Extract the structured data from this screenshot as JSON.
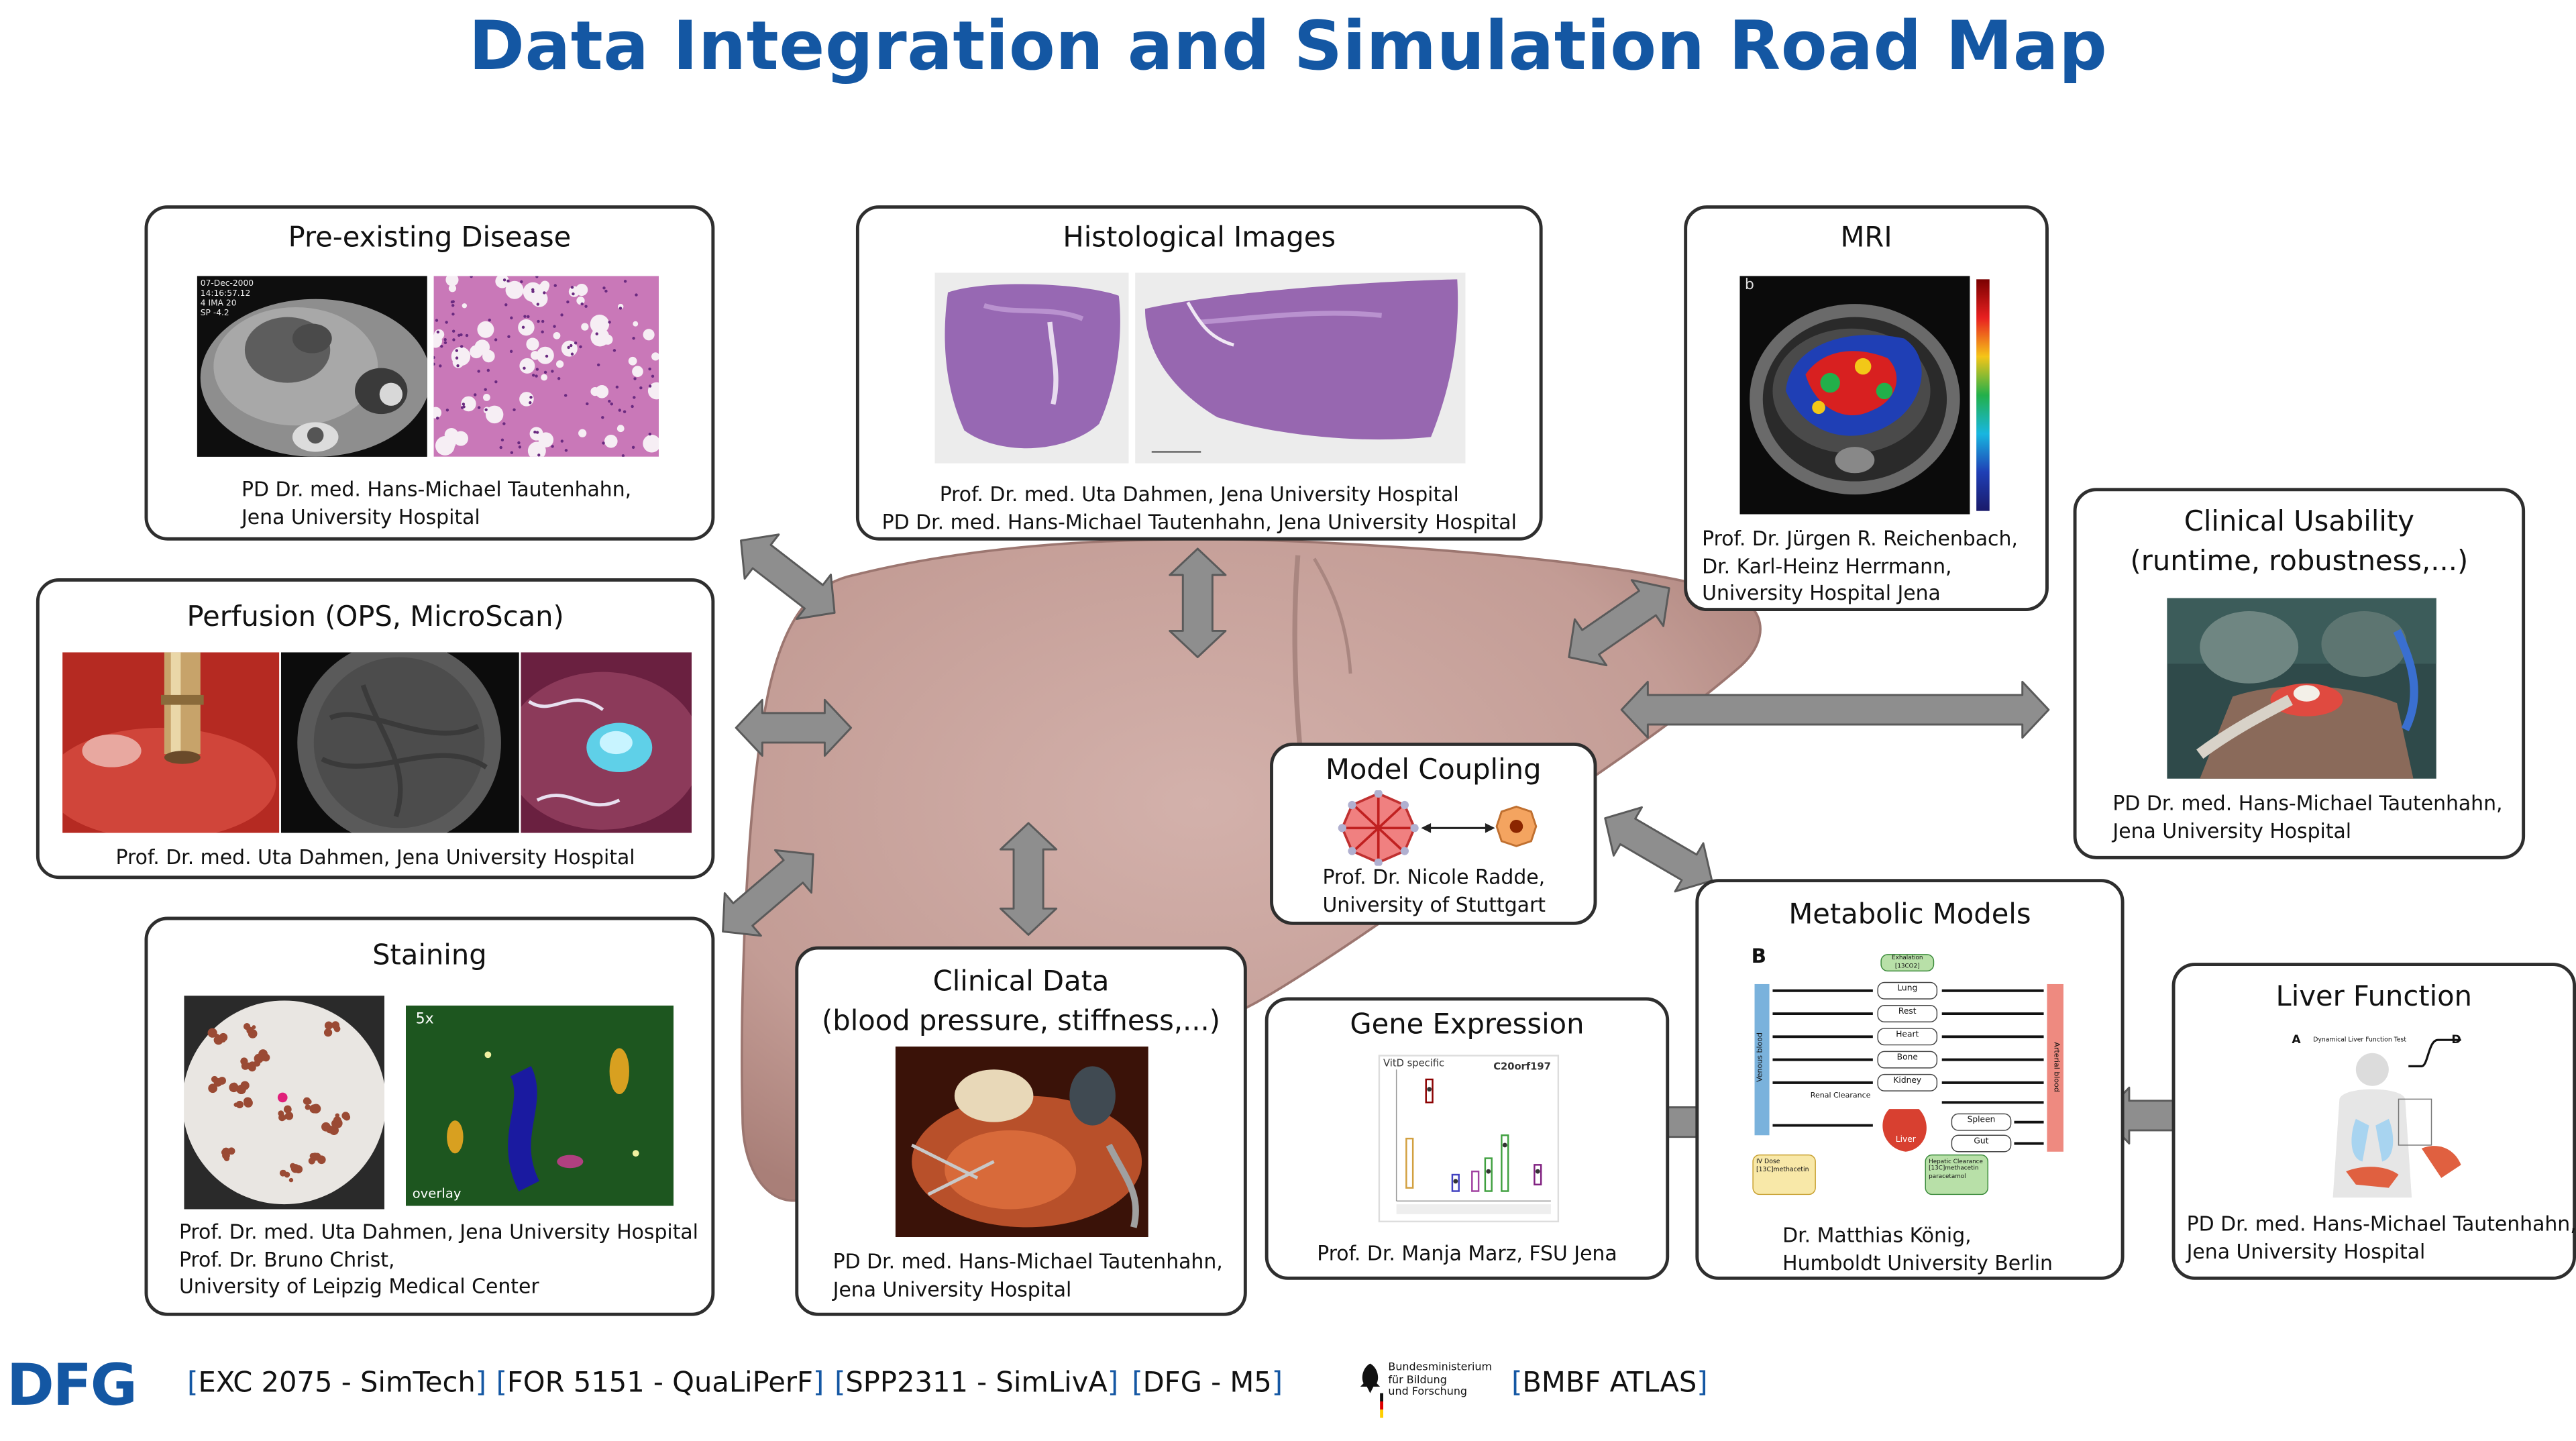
{
  "title": "Data Integration and Simulation Road Map",
  "colors": {
    "title": "#1457a3",
    "liver": "#c5a09a",
    "arrow": "#8e8e8e",
    "bracket": "#1457a3"
  },
  "boxes": {
    "pre_existing": {
      "title": "Pre-existing Disease",
      "credit": [
        "PD Dr. med. Hans-Michael Tautenhahn,",
        "Jena University Hospital"
      ],
      "ct_text": [
        "07-Dec-2000",
        "14:16:57.12",
        "4 IMA 20",
        "SP -4.2"
      ]
    },
    "histological": {
      "title": "Histological Images",
      "credit": [
        "Prof. Dr. med. Uta Dahmen, Jena University Hospital",
        "PD Dr. med. Hans-Michael Tautenhahn, Jena University Hospital"
      ]
    },
    "mri": {
      "title": "MRI",
      "panel_letter": "b",
      "credit": [
        "Prof. Dr. Jürgen R. Reichenbach,",
        "Dr. Karl-Heinz Herrmann,",
        "University Hospital Jena"
      ]
    },
    "clinical_usability": {
      "title": [
        "Clinical Usability",
        "(runtime, robustness,...)"
      ],
      "credit": [
        "PD Dr. med. Hans-Michael Tautenhahn,",
        "Jena University Hospital"
      ]
    },
    "perfusion": {
      "title": "Perfusion (OPS, MicroScan)",
      "credit": [
        "Prof. Dr. med. Uta Dahmen, Jena University Hospital"
      ]
    },
    "model_coupling": {
      "title": "Model Coupling",
      "credit": [
        "Prof. Dr. Nicole Radde,",
        "University of Stuttgart"
      ]
    },
    "staining": {
      "title": "Staining",
      "overlay_label": "overlay",
      "zoom_label": "5x",
      "credit": [
        "Prof. Dr. med. Uta Dahmen, Jena University Hospital",
        "Prof. Dr. Bruno Christ,",
        "University of Leipzig Medical Center"
      ]
    },
    "clinical_data": {
      "title": [
        "Clinical Data",
        "(blood pressure, stiffness,...)"
      ],
      "credit": [
        "PD Dr. med. Hans-Michael Tautenhahn,",
        "Jena University Hospital"
      ]
    },
    "gene_expression": {
      "title": "Gene Expression",
      "plot_label": "VitD specific",
      "gene_label": "C20orf197",
      "credit": [
        "Prof. Dr. Manja Marz, FSU Jena"
      ]
    },
    "metabolic_models": {
      "title": "Metabolic Models",
      "panel_letter": "B",
      "left_bar": "Venous blood",
      "right_bar": "Arterial blood",
      "organs": [
        "Lung",
        "Rest",
        "Heart",
        "Bone",
        "Kidney",
        "Spleen",
        "Gut",
        "Liver"
      ],
      "exhalation": "Exhalation [13CO2]",
      "renal": "Renal Clearance",
      "iv_dose": "IV Dose [13C]methacetin",
      "hepatic": "Hepatic Clearance [13C]methacetin paracetamol",
      "credit": [
        "Dr. Matthias König,",
        "Humboldt University Berlin"
      ]
    },
    "liver_function": {
      "title": "Liver Function",
      "panel_a": "A",
      "panel_d": "D",
      "test_label": "Dynamical Liver Function Test",
      "credit": [
        "PD Dr. med. Hans-Michael Tautenhahn,",
        "Jena University Hospital"
      ]
    }
  },
  "footer": {
    "dfg_logo": "DFG",
    "items": [
      "EXC 2075 - SimTech",
      "FOR 5151 - QuaLiPerF",
      "SPP2311 - SimLivA",
      "DFG - M5",
      "BMBF ATLAS"
    ],
    "bmbf_text": [
      "Bundesministerium",
      "für Bildung",
      "und Forschung"
    ]
  }
}
